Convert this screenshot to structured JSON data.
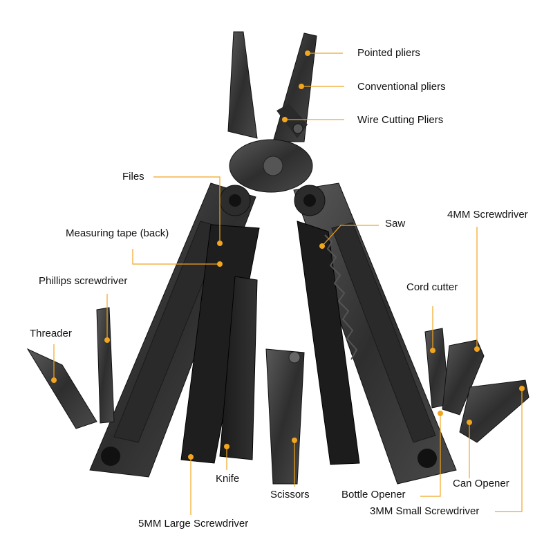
{
  "accent_color": "#f2a51e",
  "tool_color": "#3a3a3a",
  "labels": {
    "pointed_pliers": "Pointed pliers",
    "conventional_pliers": "Conventional pliers",
    "wire_cutting_pliers": "Wire Cutting Pliers",
    "files": "Files",
    "measuring_tape": "Measuring tape (back)",
    "saw": "Saw",
    "screwdriver_4mm": "4MM Screwdriver",
    "phillips_screwdriver": "Phillips screwdriver",
    "cord_cutter": "Cord cutter",
    "threader": "Threader",
    "knife": "Knife",
    "scissors": "Scissors",
    "bottle_opener": "Bottle Opener",
    "can_opener": "Can Opener",
    "screwdriver_5mm": "5MM Large Screwdriver",
    "screwdriver_3mm": "3MM Small Screwdriver"
  }
}
